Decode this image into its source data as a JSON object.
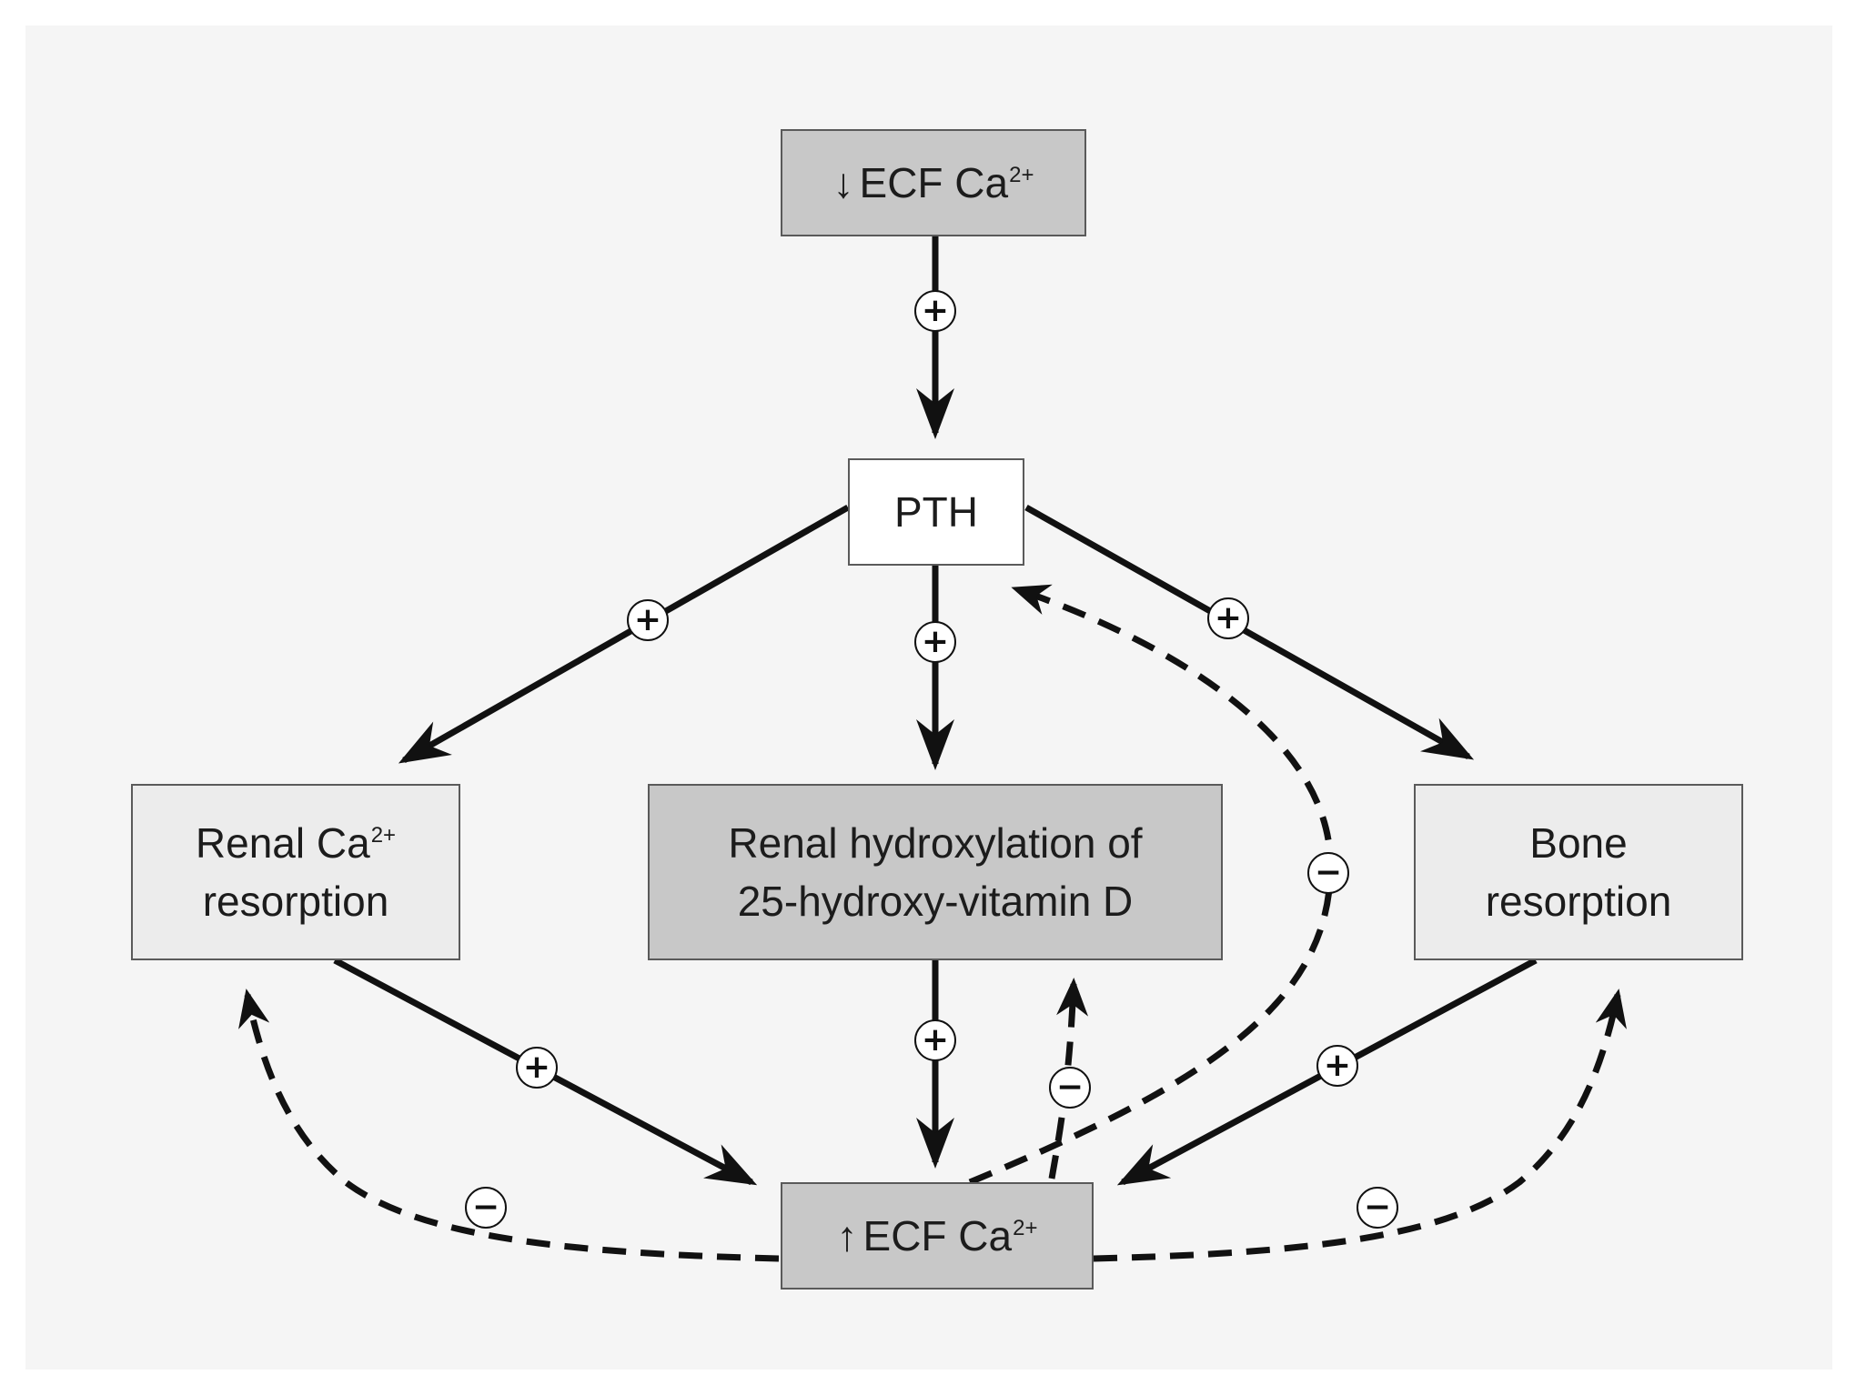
{
  "nodes": {
    "ecf_low": {
      "arrow": "↓",
      "text": "ECF Ca",
      "sup": "2+"
    },
    "pth": {
      "text": "PTH"
    },
    "renal_ca": {
      "line1": "Renal Ca",
      "line1_sup": "2+",
      "line2": "resorption"
    },
    "renal_hyd": {
      "line1": "Renal hydroxylation of",
      "line2": "25-hydroxy-vitamin D"
    },
    "bone": {
      "line1": "Bone",
      "line2": "resorption"
    },
    "ecf_high": {
      "arrow": "↑",
      "text": "ECF Ca",
      "sup": "2+"
    }
  },
  "edges": [
    {
      "id": "ecf-low-to-pth",
      "from": "↓ ECF Ca2+",
      "to": "PTH",
      "effect": "+",
      "style": "solid"
    },
    {
      "id": "pth-to-renal-ca",
      "from": "PTH",
      "to": "Renal Ca2+ resorption",
      "effect": "+",
      "style": "solid"
    },
    {
      "id": "pth-to-renal-hyd",
      "from": "PTH",
      "to": "Renal hydroxylation of 25-hydroxy-vitamin D",
      "effect": "+",
      "style": "solid"
    },
    {
      "id": "pth-to-bone",
      "from": "PTH",
      "to": "Bone resorption",
      "effect": "+",
      "style": "solid"
    },
    {
      "id": "renal-ca-to-ecf-high",
      "from": "Renal Ca2+ resorption",
      "to": "↑ ECF Ca2+",
      "effect": "+",
      "style": "solid"
    },
    {
      "id": "renal-hyd-to-ecf-high",
      "from": "Renal hydroxylation of 25-hydroxy-vitamin D",
      "to": "↑ ECF Ca2+",
      "effect": "+",
      "style": "solid"
    },
    {
      "id": "bone-to-ecf-high",
      "from": "Bone resorption",
      "to": "↑ ECF Ca2+",
      "effect": "+",
      "style": "solid"
    },
    {
      "id": "ecf-high-to-pth",
      "from": "↑ ECF Ca2+",
      "to": "PTH",
      "effect": "−",
      "style": "dashed"
    },
    {
      "id": "ecf-high-to-renal-hyd",
      "from": "↑ ECF Ca2+",
      "to": "Renal hydroxylation of 25-hydroxy-vitamin D",
      "effect": "−",
      "style": "dashed"
    },
    {
      "id": "ecf-high-to-renal-ca",
      "from": "↑ ECF Ca2+",
      "to": "Renal Ca2+ resorption",
      "effect": "−",
      "style": "dashed"
    },
    {
      "id": "ecf-high-to-bone",
      "from": "↑ ECF Ca2+",
      "to": "Bone resorption",
      "effect": "−",
      "style": "dashed"
    }
  ],
  "colors": {
    "dark_box": "#c8c8c8",
    "light_box": "#ececec",
    "pth_box": "#ffffff",
    "background": "#f5f5f5",
    "ink": "#111111"
  }
}
